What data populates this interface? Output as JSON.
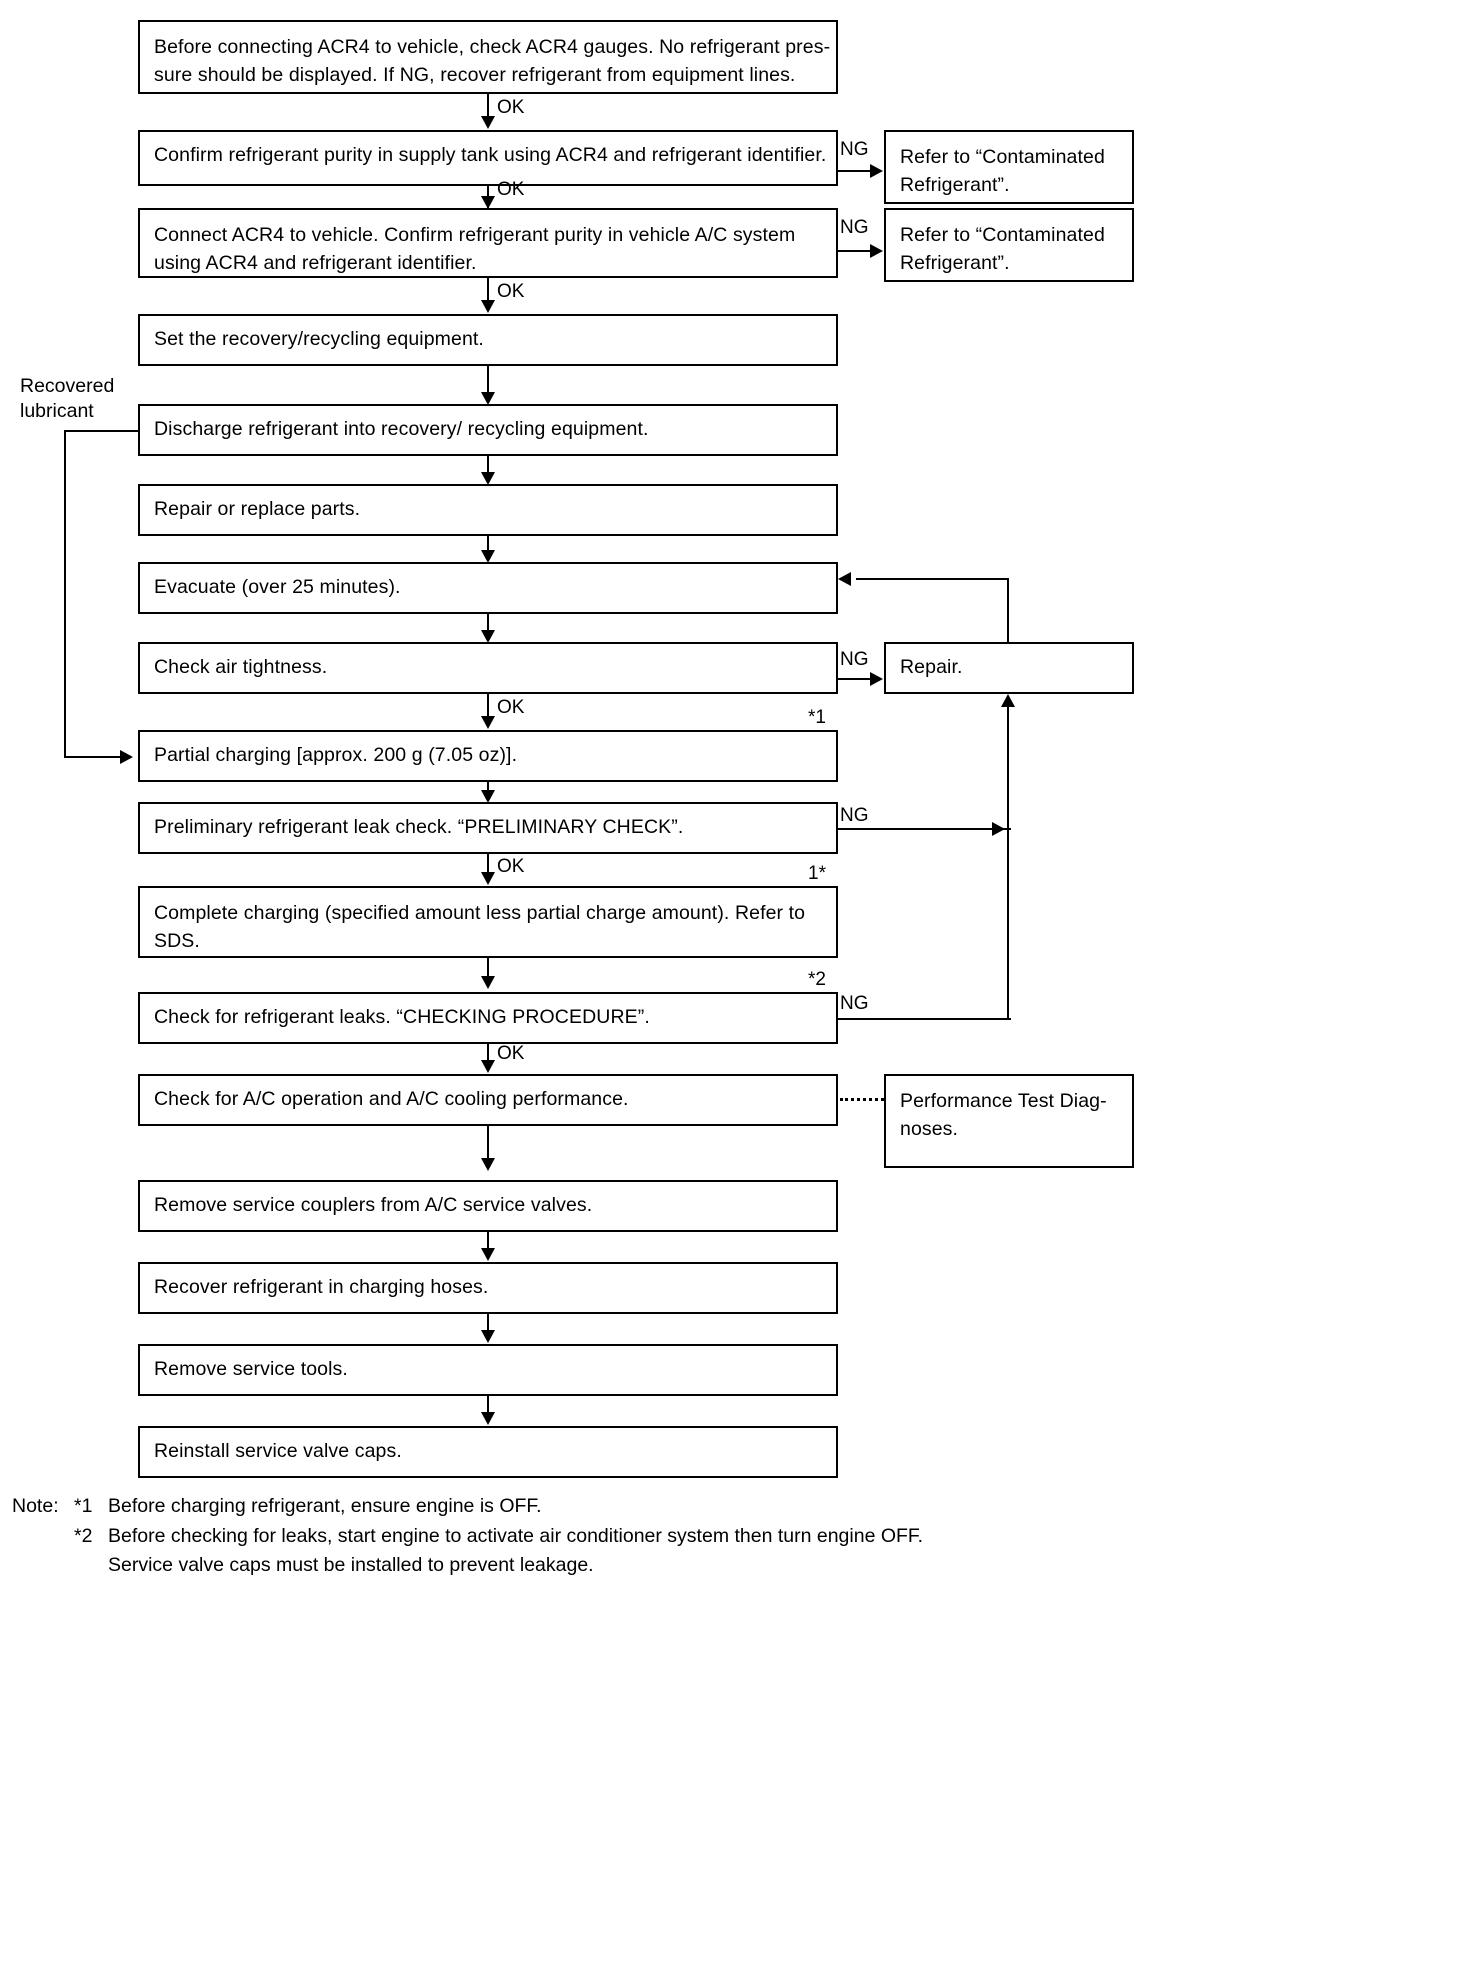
{
  "flowchart": {
    "title_present": false,
    "nodes": [
      {
        "id": "n1",
        "text": "Before connecting ACR4 to vehicle, check ACR4 gauges. No refrigerant pres-\nsure should be displayed. If NG, recover refrigerant from equipment lines."
      },
      {
        "id": "n2",
        "text": "Confirm refrigerant purity in supply tank using ACR4 and refrigerant identifier."
      },
      {
        "id": "n3",
        "text": "Connect ACR4 to vehicle. Confirm refrigerant purity in vehicle A/C system\nusing ACR4 and refrigerant identifier."
      },
      {
        "id": "n4",
        "text": "Set the recovery/recycling equipment."
      },
      {
        "id": "n5",
        "text": "Discharge refrigerant into recovery/ recycling equipment."
      },
      {
        "id": "n6",
        "text": "Repair or replace parts."
      },
      {
        "id": "n7",
        "text": "Evacuate (over 25 minutes)."
      },
      {
        "id": "n8",
        "text": "Check air tightness."
      },
      {
        "id": "n9",
        "text": "Partial charging [approx. 200 g (7.05 oz)]."
      },
      {
        "id": "n10",
        "text": "Preliminary refrigerant leak check. “PRELIMINARY CHECK”."
      },
      {
        "id": "n11",
        "text": "Complete charging (specified amount less partial charge amount). Refer to\nSDS."
      },
      {
        "id": "n12",
        "text": "Check for refrigerant leaks. “CHECKING PROCEDURE”."
      },
      {
        "id": "n13",
        "text": "Check for A/C operation and A/C cooling performance."
      },
      {
        "id": "n14",
        "text": "Remove service couplers from A/C service valves."
      },
      {
        "id": "n15",
        "text": "Recover refrigerant in charging hoses."
      },
      {
        "id": "n16",
        "text": "Remove service tools."
      },
      {
        "id": "n17",
        "text": "Reinstall service valve caps."
      }
    ],
    "side_nodes": [
      {
        "id": "s1",
        "text": "Refer to “Contaminated\nRefrigerant”."
      },
      {
        "id": "s2",
        "text": "Refer to “Contaminated\nRefrigerant”."
      },
      {
        "id": "s3",
        "text": "Repair."
      },
      {
        "id": "s4",
        "text": "Performance Test Diag-\nnoses."
      }
    ],
    "edge_labels": {
      "ok1": "OK",
      "ok2": "OK",
      "ok3": "OK",
      "ok4": "OK",
      "ok5": "OK",
      "ok6": "OK",
      "ok7": "OK",
      "ng1": "NG",
      "ng2": "NG",
      "ng3": "NG",
      "ng4": "NG",
      "ng5": "NG"
    },
    "markers": {
      "m1": "*1",
      "m2": "1*",
      "m3": "*2"
    },
    "side_label": "Recovered\nlubricant"
  },
  "notes": {
    "lead": "Note:",
    "items": [
      {
        "tag": "*1",
        "lines": [
          "Before charging refrigerant, ensure engine is OFF."
        ]
      },
      {
        "tag": "*2",
        "lines": [
          "Before checking for leaks, start engine to activate air conditioner system then turn engine OFF.",
          "Service valve caps must be installed to prevent leakage."
        ]
      }
    ]
  }
}
